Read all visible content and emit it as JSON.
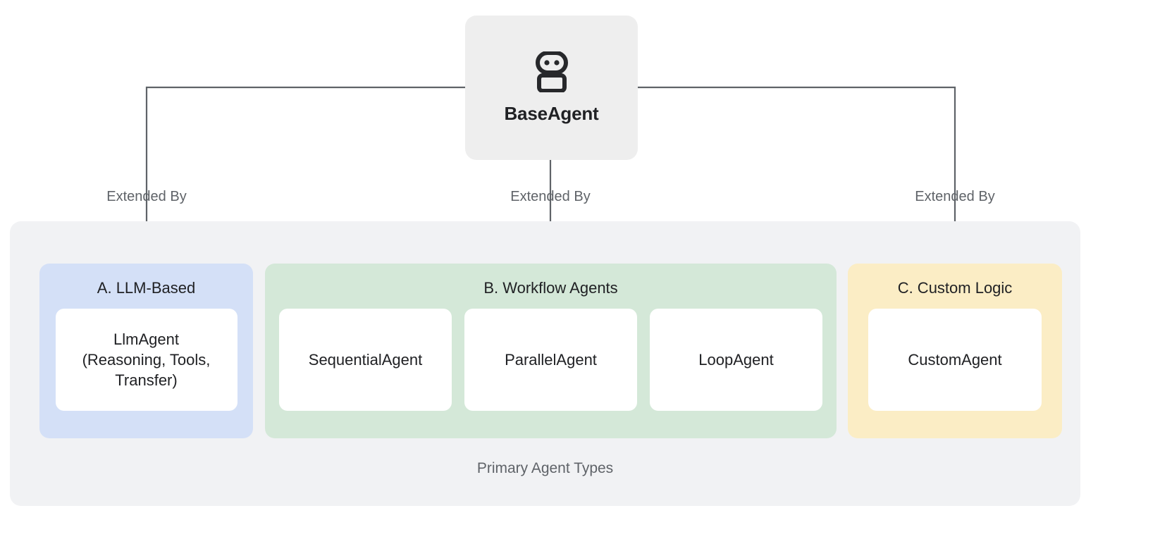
{
  "root": {
    "label": "BaseAgent",
    "icon": "robot-icon"
  },
  "edges": [
    {
      "label": "Extended By"
    },
    {
      "label": "Extended By"
    },
    {
      "label": "Extended By"
    }
  ],
  "panel": {
    "caption": "Primary Agent Types",
    "bg": "#f1f2f4"
  },
  "groups": [
    {
      "id": "a",
      "title": "A. LLM-Based",
      "color": "#d4e0f7",
      "items": [
        {
          "label": "LlmAgent\n(Reasoning, Tools,\nTransfer)"
        }
      ]
    },
    {
      "id": "b",
      "title": "B. Workflow Agents",
      "color": "#d4e8d8",
      "items": [
        {
          "label": "SequentialAgent"
        },
        {
          "label": "ParallelAgent"
        },
        {
          "label": "LoopAgent"
        }
      ]
    },
    {
      "id": "c",
      "title": "C. Custom Logic",
      "color": "#fbedc5",
      "items": [
        {
          "label": "CustomAgent"
        }
      ]
    }
  ],
  "colors": {
    "root_bg": "#eeeeee",
    "connector": "#5f6368",
    "text_primary": "#202124",
    "text_secondary": "#5f6368",
    "leaf_bg": "#ffffff"
  }
}
